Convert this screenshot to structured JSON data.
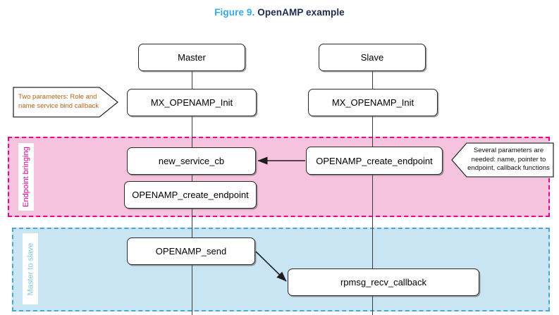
{
  "figure": {
    "number_label": "Figure 9.",
    "name_label": "OpenAMP example"
  },
  "colors": {
    "title_number": "#36a9e1",
    "title_name": "#1b2a4a",
    "band_pink_fill": "#f6c3de",
    "band_pink_border": "#ec008c",
    "band_blue_fill": "#c9e5f3",
    "band_blue_border": "#4aa8d8",
    "callout_left_text": "#b8651b",
    "node_border": "#2b2b2b"
  },
  "lanes": [
    {
      "id": "master",
      "title": "Master"
    },
    {
      "id": "slave",
      "title": "Slave"
    }
  ],
  "bands": [
    {
      "id": "endpoint-bringing",
      "label": "Endpoint bringing"
    },
    {
      "id": "master-to-slave",
      "label": "Master to slave"
    }
  ],
  "nodes": {
    "master_init": "MX_OPENAMP_Init",
    "slave_init": "MX_OPENAMP_Init",
    "new_service_cb": "new_service_cb",
    "master_create_endpoint": "OPENAMP_create_endpoint",
    "slave_create_endpoint": "OPENAMP_create_endpoint",
    "openamp_send": "OPENAMP_send",
    "rpmsg_recv_callback": "rpmsg_recv_callback"
  },
  "callouts": {
    "init_params": {
      "line1": "Two parameters: Role and",
      "line2": "name service bind callback"
    },
    "endpoint_params": {
      "line1": "Several parameters are",
      "line2": "needed:  name, pointer to",
      "line3": "endpoint, callback functions"
    }
  }
}
